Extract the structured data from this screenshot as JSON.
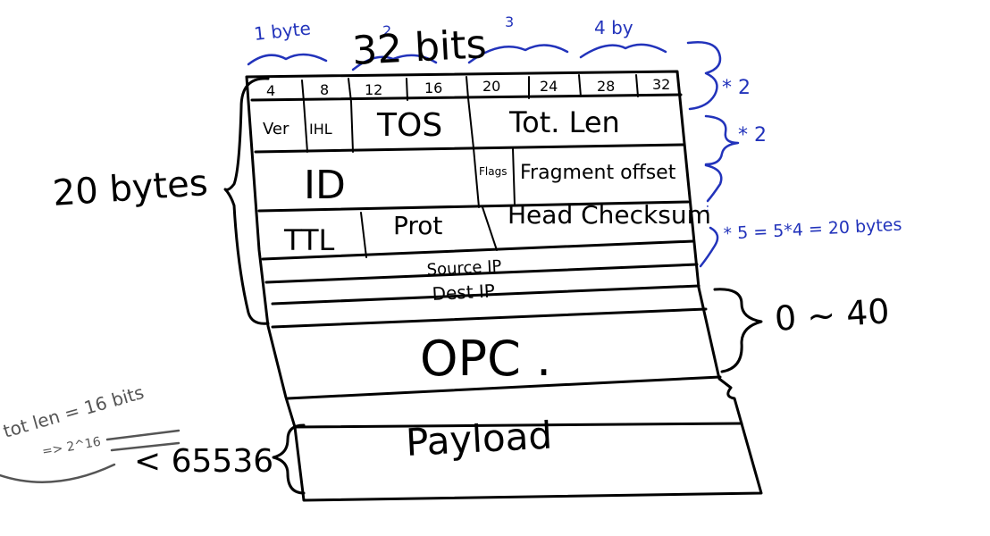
{
  "colors": {
    "ink": "#000000",
    "blue_ink": "#2233bb",
    "grey_ink": "#555555",
    "background": "#ffffff"
  },
  "annotations": {
    "top_title": "32 bits",
    "byte_1": "1 byte",
    "byte_2": "2",
    "byte_3": "3",
    "byte_4": "4 by",
    "header_size": "20 bytes",
    "rows_x2_a": "* 2",
    "rows_x2_b": "* 2",
    "rows_x5": "* 5 = 5*4 = 20 bytes",
    "opt_range": "0 ~ 40",
    "tot_len_note": "tot len = 16 bits",
    "two_pow": "=> 2^16",
    "max_len": "< 65536"
  },
  "header": {
    "bit_ticks": [
      "4",
      "8",
      "12",
      "16",
      "20",
      "24",
      "28",
      "32"
    ],
    "row1": {
      "ver": "Ver",
      "ihl": "IHL",
      "tos": "TOS",
      "tot_len": "Tot. Len"
    },
    "row2": {
      "id": "ID",
      "flags": "Flags",
      "frag": "Fragment offset"
    },
    "row3": {
      "ttl": "TTL",
      "prot": "Prot",
      "checksum": "Head Checksum"
    },
    "row4": {
      "src": "Source IP"
    },
    "row5": {
      "dst": "Dest IP"
    },
    "row6": {
      "opc": "OPC ."
    },
    "row7": {
      "payload": "Payload"
    }
  }
}
